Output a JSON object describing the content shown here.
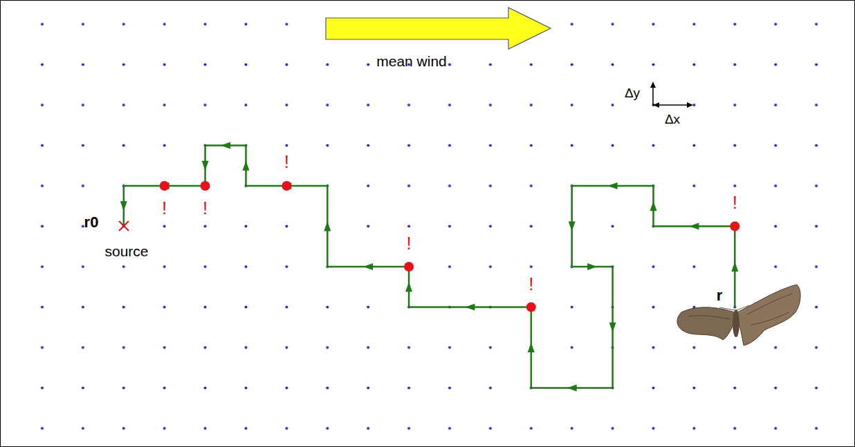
{
  "diagram": {
    "labels": [
      "mean wind",
      "Δy",
      "Δx",
      "r0",
      "source",
      "!",
      "!",
      "!",
      "!",
      "!",
      "!",
      "r"
    ]
  }
}
